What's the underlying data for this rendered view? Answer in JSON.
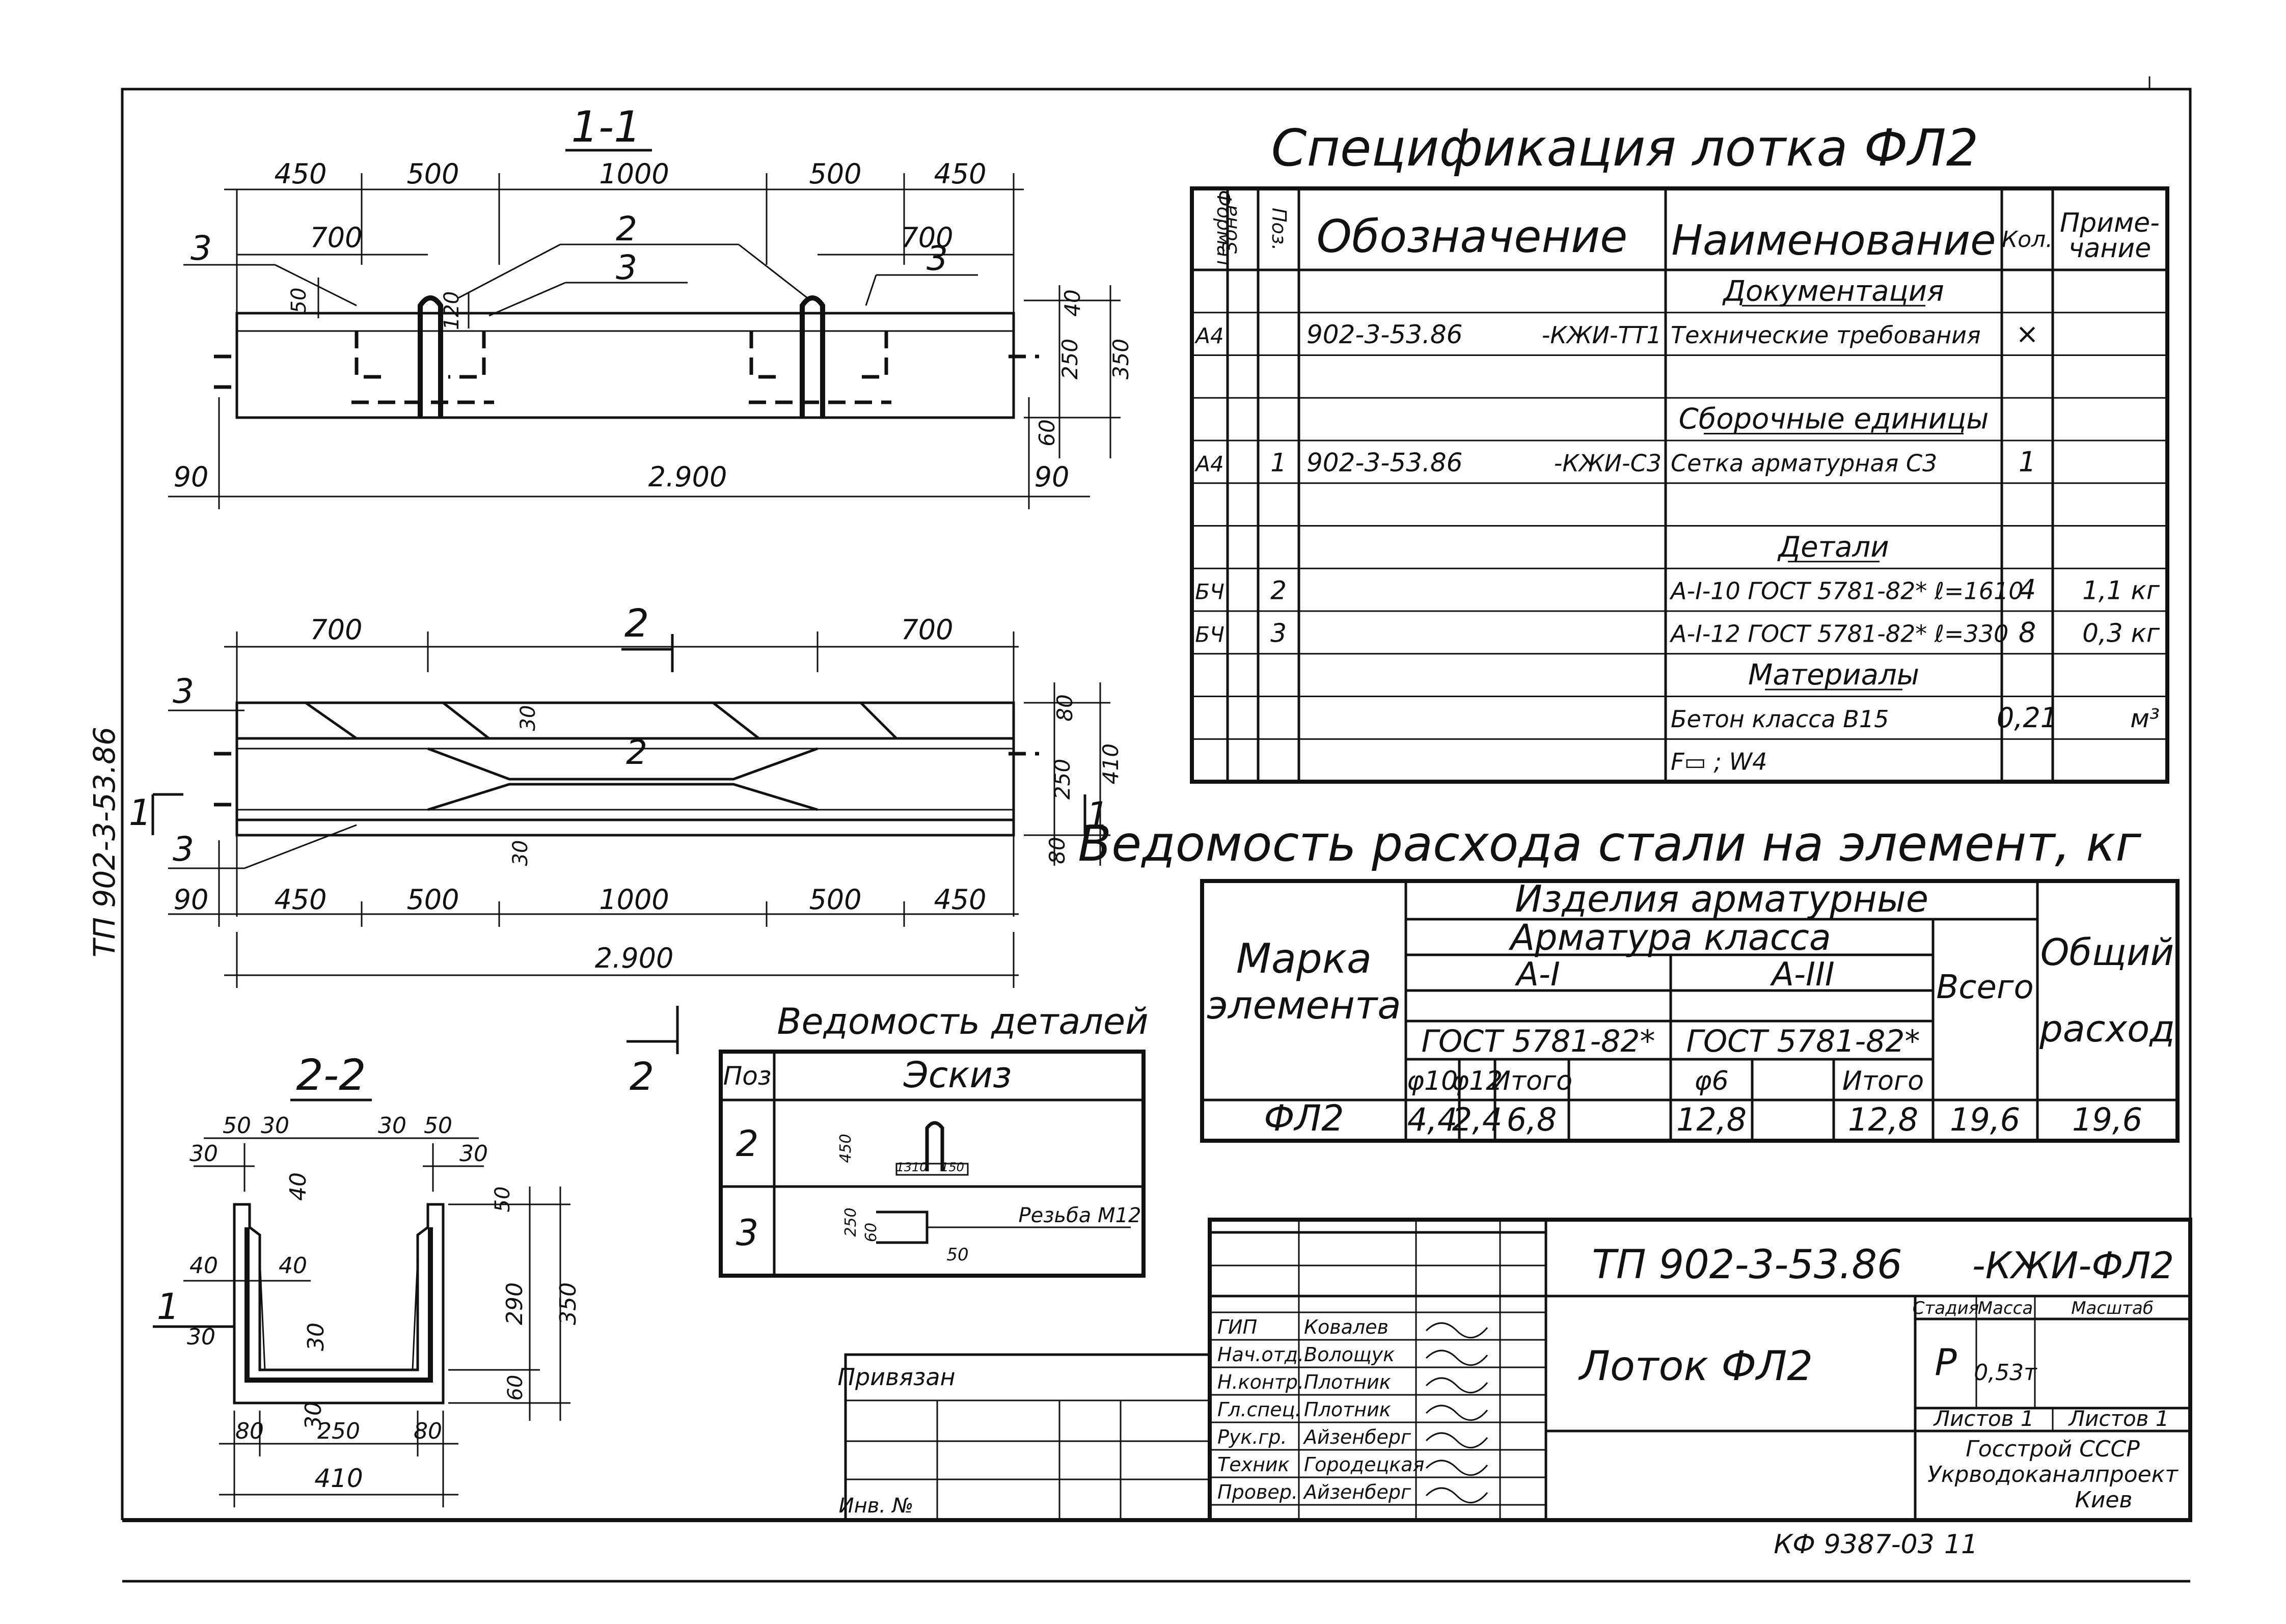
{
  "side_stamp": "ТП 902-3-53.86",
  "section_1": {
    "title": "1-1",
    "top_dims": [
      "450",
      "500",
      "1000",
      "500",
      "450"
    ],
    "dim_700_left": "700",
    "dim_700_right": "700",
    "mark_3_left": "3",
    "mark_3_right": "3",
    "mark_2": "2",
    "mark_3_center": "3",
    "dim_50": "50",
    "dim_120": "120",
    "right_40": "40",
    "right_250": "250",
    "right_350": "350",
    "right_60": "60",
    "bottom_90_left": "90",
    "bottom_2900": "2.900",
    "bottom_90_right": "90"
  },
  "plan": {
    "dim_700_left": "700",
    "dim_700_right": "700",
    "cut_2_label": "2",
    "cut_2_label_bottom": "2",
    "mark_3_top": "3",
    "mark_3_bottom": "3",
    "mark_2": "2",
    "dim_30_top": "30",
    "dim_30_bottom": "30",
    "cut_1_label": "1",
    "cut_1_label_right": "1",
    "right_80_top": "80",
    "right_250": "250",
    "right_410": "410",
    "right_80_bottom": "80",
    "bottom_dims": [
      "90",
      "450",
      "500",
      "1000",
      "500",
      "450"
    ],
    "bottom_2900": "2.900"
  },
  "section_2": {
    "title": "2-2",
    "top_50_l": "50",
    "top_30_l": "30",
    "top_30_r": "30",
    "top_50_r": "50",
    "side_30_l": "30",
    "side_30_r": "30",
    "dim_40_top": "40",
    "dim_50_top": "50",
    "dim_40_side": "40",
    "dim_40_inner": "40",
    "mark_1": "1",
    "dim_30_side": "30",
    "dim_30_mid": "30",
    "dim_30_low": "30",
    "right_290": "290",
    "right_350": "350",
    "right_60": "60",
    "bottom_80_l": "80",
    "bottom_250": "250",
    "bottom_80_r": "80",
    "bottom_410": "410"
  },
  "spec": {
    "title": "Спецификация лотка ФЛ2",
    "headers": {
      "format": "Формат",
      "zone": "Зона",
      "pos": "Поз.",
      "designation": "Обозначение",
      "name": "Наименование",
      "qty": "Кол.",
      "note": "Приме-\nчание"
    },
    "rows": [
      {
        "fmt": "",
        "zone": "",
        "pos": "",
        "des": "",
        "code": "",
        "name": "Документация",
        "qty": "",
        "note": "",
        "heading": true
      },
      {
        "fmt": "А4",
        "zone": "",
        "pos": "",
        "des": "902-3-53.86",
        "code": "-КЖИ-ТТ1",
        "name": "Технические требования",
        "qty": "×",
        "note": "",
        "heading": false
      },
      {
        "fmt": "",
        "zone": "",
        "pos": "",
        "des": "",
        "code": "",
        "name": "",
        "qty": "",
        "note": "",
        "heading": false
      },
      {
        "fmt": "",
        "zone": "",
        "pos": "",
        "des": "",
        "code": "",
        "name": "Сборочные единицы",
        "qty": "",
        "note": "",
        "heading": true
      },
      {
        "fmt": "А4",
        "zone": "",
        "pos": "1",
        "des": "902-3-53.86",
        "code": "-КЖИ-С3",
        "name": "Сетка арматурная С3",
        "qty": "1",
        "note": "",
        "heading": false
      },
      {
        "fmt": "",
        "zone": "",
        "pos": "",
        "des": "",
        "code": "",
        "name": "",
        "qty": "",
        "note": "",
        "heading": false
      },
      {
        "fmt": "",
        "zone": "",
        "pos": "",
        "des": "",
        "code": "",
        "name": "Детали",
        "qty": "",
        "note": "",
        "heading": true
      },
      {
        "fmt": "БЧ",
        "zone": "",
        "pos": "2",
        "des": "",
        "code": "",
        "name": "А-I-10 ГОСТ 5781-82* ℓ=1610",
        "qty": "4",
        "note": "1,1 кг",
        "heading": false
      },
      {
        "fmt": "БЧ",
        "zone": "",
        "pos": "3",
        "des": "",
        "code": "",
        "name": "А-I-12 ГОСТ 5781-82* ℓ=330",
        "qty": "8",
        "note": "0,3 кг",
        "heading": false
      },
      {
        "fmt": "",
        "zone": "",
        "pos": "",
        "des": "",
        "code": "",
        "name": "Материалы",
        "qty": "",
        "note": "",
        "heading": true
      },
      {
        "fmt": "",
        "zone": "",
        "pos": "",
        "des": "",
        "code": "",
        "name": "Бетон класса В15",
        "qty": "0,21",
        "note": "м³",
        "heading": false
      },
      {
        "fmt": "",
        "zone": "",
        "pos": "",
        "des": "",
        "code": "",
        "name": "F▭ ; W4",
        "qty": "",
        "note": "",
        "heading": false
      }
    ]
  },
  "steel": {
    "title": "Ведомость расхода стали на элемент, кг",
    "mark_header_1": "Марка",
    "mark_header_2": "элемента",
    "group": "Изделия арматурные",
    "subgroup": "Арматура класса",
    "class_1": "А-I",
    "class_3": "А-III",
    "gost_1": "ГОСТ 5781-82*",
    "gost_3": "ГОСТ 5781-82*",
    "total_header": "Всего",
    "overall_1": "Общий",
    "overall_2": "расход",
    "cols": [
      "φ10",
      "φ12",
      "Итого",
      "φ6",
      "",
      "Итого"
    ],
    "row": {
      "mark": "ФЛ2",
      "values": [
        "4,4",
        "2,4",
        "6,8",
        "12,8",
        "",
        "12,8"
      ],
      "total": "19,6",
      "overall": "19,6"
    }
  },
  "details": {
    "title": "Ведомость деталей",
    "head_pos": "Поз",
    "head_sketch": "Эскиз",
    "rows": [
      {
        "pos": "2",
        "dims": [
          "450",
          "1310",
          "150"
        ]
      },
      {
        "pos": "3",
        "dims": [
          "250",
          "60",
          "50"
        ],
        "note": "Резьба М12"
      }
    ]
  },
  "title_block": {
    "code": "ТП 902-3-53.86",
    "code_suffix": "-КЖИ-ФЛ2",
    "name": "Лоток ФЛ2",
    "stage_h": "Стадия",
    "mass_h": "Масса",
    "scale_h": "Масштаб",
    "stage": "Р",
    "mass": "0,53т",
    "sheets": "Листов 1",
    "sheet": "Листов 1",
    "org_1": "Госстрой СССР",
    "org_2": "Укрводоканалпроект",
    "org_3": "Киев",
    "privyazan": "Привязан",
    "inv": "Инв. №",
    "people": [
      {
        "role": "ГИП",
        "name": "Ковалев"
      },
      {
        "role": "Нач.отд.",
        "name": "Волощук"
      },
      {
        "role": "Н.контр.",
        "name": "Плотник"
      },
      {
        "role": "Гл.спец.",
        "name": "Плотник"
      },
      {
        "role": "Рук.гр.",
        "name": "Айзенберг"
      },
      {
        "role": "Техник",
        "name": "Городецкая"
      },
      {
        "role": "Провер.",
        "name": "Айзенберг"
      }
    ]
  },
  "footer": {
    "code": "КФ 9387-03",
    "sheet_no": "11"
  }
}
